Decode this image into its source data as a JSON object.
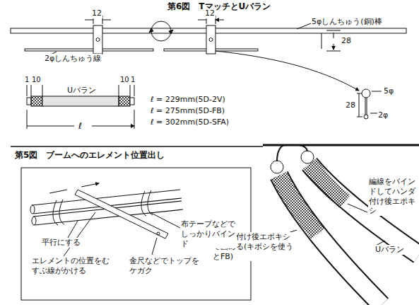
{
  "diagram": {
    "title": "第6図　TマッチとUバラン",
    "labels": [
      "第5図　ブームへのエレメント位置出し",
      "12",
      "12",
      "5φしんちゅう(銅)棒",
      "28",
      "2φしんちゅう線",
      "5φ",
      "28",
      "2φ",
      "1",
      "10",
      "Uバラン",
      "10",
      "1",
      "ℓ",
      "ℓ = 229mm(5D-2V)",
      "ℓ = 275mm(5D-FB)",
      "ℓ = 302mm(5D-SFA)",
      "編線をバインドしてハンダ付け後エポキシ",
      "Uバラン",
      "ハンダ付け後エポキシで固める(キボシを使うとFB)",
      "布テープなどでしっかりバインド",
      "平行にする",
      "エレメントの位置をむすぶ線がかける",
      "金尺などでトップをケガク"
    ]
  }
}
